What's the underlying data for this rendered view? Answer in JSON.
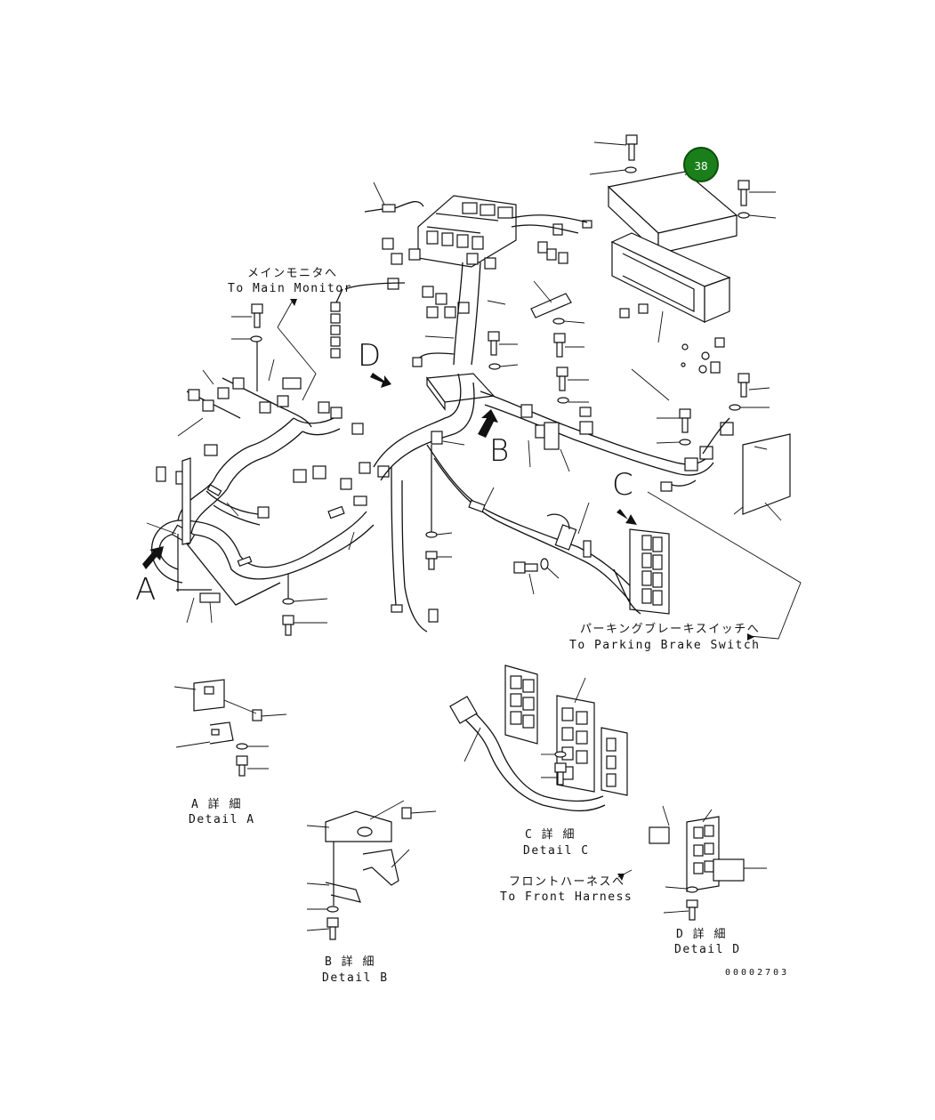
{
  "badge": {
    "number": "38",
    "color": "#1a7f1a"
  },
  "labels": {
    "main_monitor_jp": "メインモニタへ",
    "main_monitor_en": "To Main Monitor",
    "parking_jp": "パーキングブレーキスイッチへ",
    "parking_en": "To Parking Brake Switch",
    "front_harness_jp": "フロントハーネスへ",
    "front_harness_en": "To Front Harness",
    "detail_a_jp": "A 詳 細",
    "detail_a_en": "Detail A",
    "detail_b_jp": "B 詳 細",
    "detail_b_en": "Detail B",
    "detail_c_jp": "C 詳 細",
    "detail_c_en": "Detail C",
    "detail_d_jp": "D 詳 細",
    "detail_d_en": "Detail D"
  },
  "view_markers": {
    "a": "A",
    "b": "B",
    "c": "C",
    "d": "D"
  },
  "drawing_number": "00002703"
}
